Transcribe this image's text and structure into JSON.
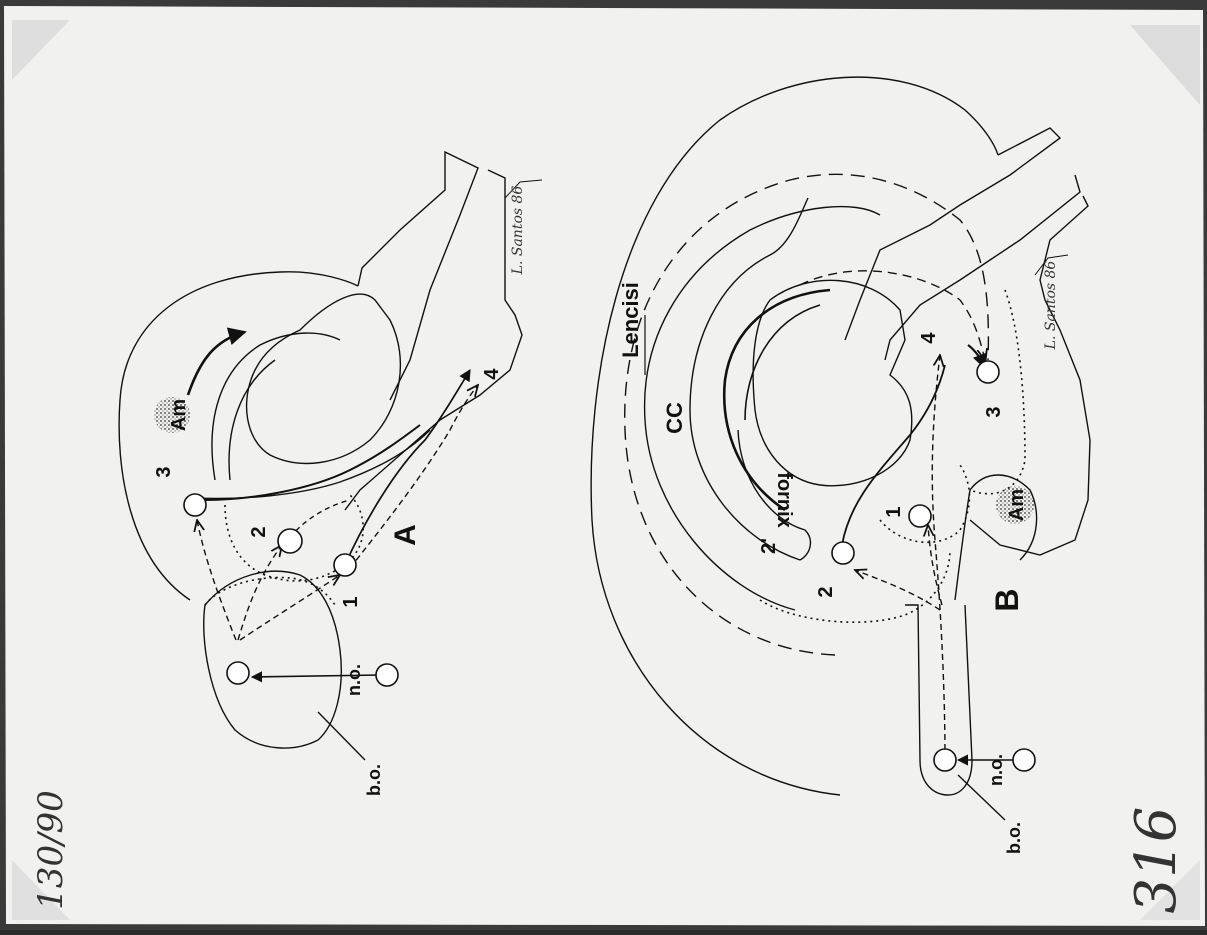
{
  "figure": {
    "panel_a": {
      "letter": "A",
      "labels": {
        "n1": "1",
        "n2": "2",
        "n3": "3",
        "n4": "4",
        "am": "Am",
        "no": "n.o.",
        "bo": "b.o."
      },
      "signature": "L. Santos 86"
    },
    "panel_b": {
      "letter": "B",
      "labels": {
        "lencisi": "Lencisi",
        "cc": "CC",
        "fornix": "fornix",
        "n1": "1",
        "n2": "2",
        "n2p": "2'",
        "n3": "3",
        "n4": "4",
        "am": "Am",
        "no": "n.o.",
        "bo": "b.o."
      },
      "signature": "L. Santos 86"
    },
    "annotations": {
      "catalog": "130/90",
      "page_number": "316"
    }
  }
}
